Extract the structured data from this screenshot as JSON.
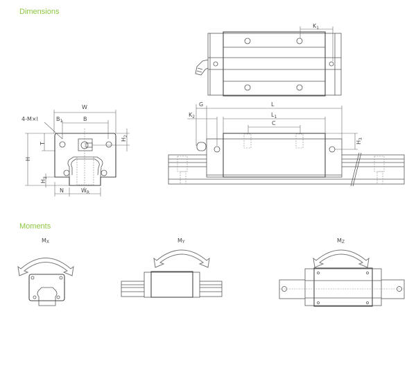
{
  "sections": {
    "dimensions_title": "Dimensions",
    "moments_title": "Moments"
  },
  "labels": {
    "W": "W",
    "B1": "B",
    "B1_sub": "1",
    "B": "B",
    "M": "4-M×l",
    "T": "T",
    "H": "H",
    "H1": "H",
    "H1_sub": "1",
    "H2": "H",
    "H2_sub": "2",
    "N": "N",
    "WR": "W",
    "WR_sub": "R",
    "G": "G",
    "L": "L",
    "L1": "L",
    "L1_sub": "1",
    "C": "C",
    "K1": "K",
    "K1_sub": "1",
    "K2": "K",
    "K2_sub": "2",
    "H3": "H",
    "H3_sub": "3"
  },
  "moments": {
    "mx": "M",
    "mx_sub": "X",
    "my": "M",
    "my_sub": "Y",
    "mz": "M",
    "mz_sub": "Z"
  },
  "colors": {
    "heading": "#8cc63f"
  }
}
